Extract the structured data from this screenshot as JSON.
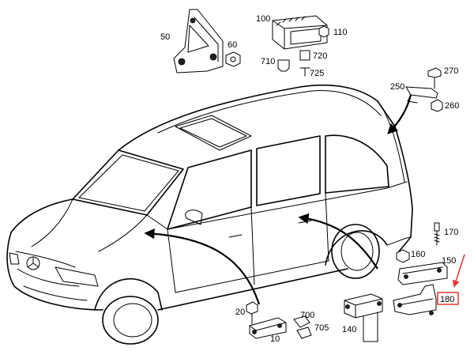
{
  "labels": {
    "p10": "10",
    "p20": "20",
    "p50": "50",
    "p60": "60",
    "p100": "100",
    "p110": "110",
    "p140": "140",
    "p150": "150",
    "p160": "160",
    "p170": "170",
    "p180": "180",
    "p250": "250",
    "p260": "260",
    "p270": "270",
    "p700": "700",
    "p705": "705",
    "p710": "710",
    "p720": "720",
    "p725": "725"
  },
  "highlight": {
    "part": "180",
    "color": "#e3342f"
  }
}
